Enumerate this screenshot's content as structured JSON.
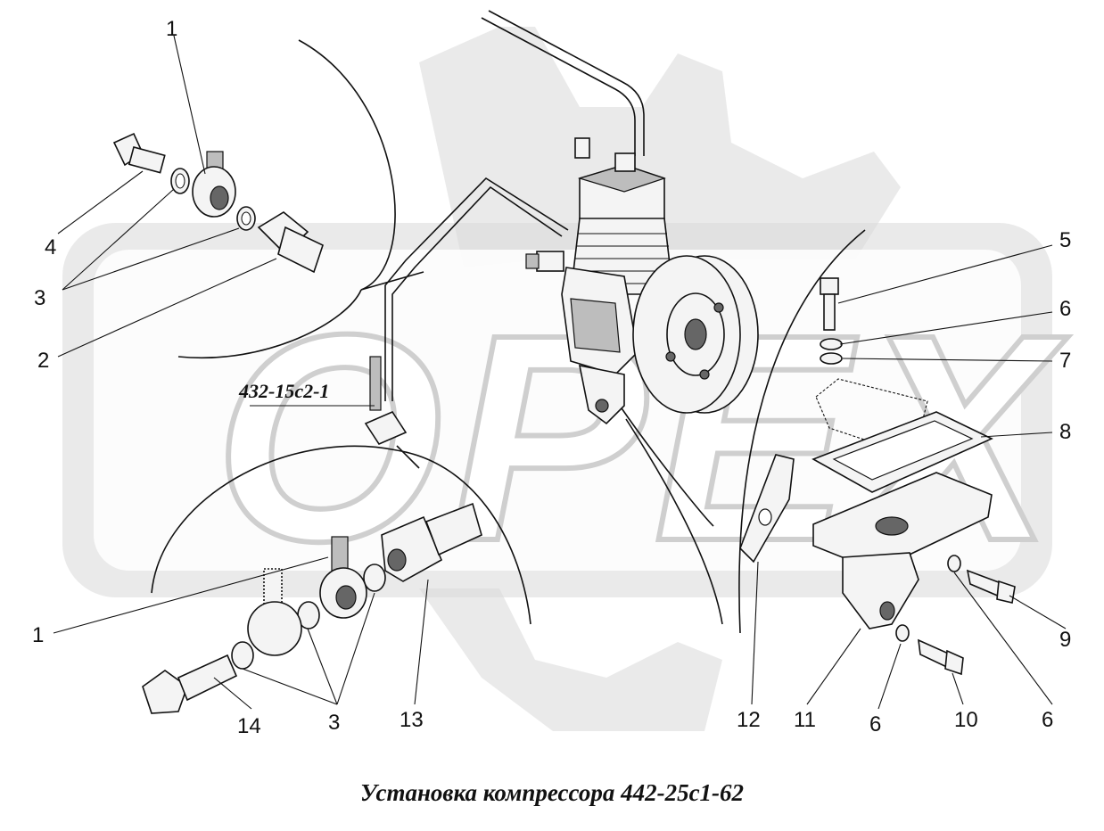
{
  "title": "Установка компрессора 442-25с1-62",
  "reference_label": "432-15с2-1",
  "watermark_text": "OPEX",
  "callouts": [
    {
      "id": "c1a",
      "text": "1"
    },
    {
      "id": "c4",
      "text": "4"
    },
    {
      "id": "c3a",
      "text": "3"
    },
    {
      "id": "c2",
      "text": "2"
    },
    {
      "id": "c5",
      "text": "5"
    },
    {
      "id": "c6a",
      "text": "6"
    },
    {
      "id": "c7",
      "text": "7"
    },
    {
      "id": "c8",
      "text": "8"
    },
    {
      "id": "c9",
      "text": "9"
    },
    {
      "id": "c1b",
      "text": "1"
    },
    {
      "id": "c14",
      "text": "14"
    },
    {
      "id": "c3b",
      "text": "3"
    },
    {
      "id": "c13",
      "text": "13"
    },
    {
      "id": "c12",
      "text": "12"
    },
    {
      "id": "c11",
      "text": "11"
    },
    {
      "id": "c6b",
      "text": "6"
    },
    {
      "id": "c10",
      "text": "10"
    },
    {
      "id": "c6c",
      "text": "6"
    }
  ],
  "colors": {
    "line": "#111111",
    "watermark": "#cfcfcf",
    "background": "#ffffff"
  }
}
